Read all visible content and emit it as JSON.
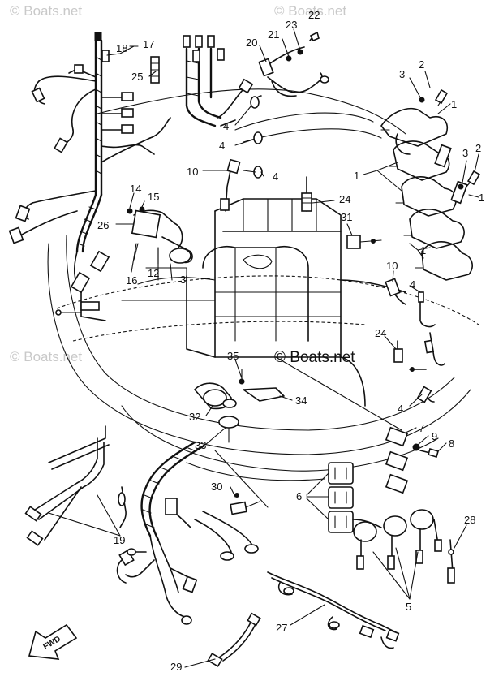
{
  "watermarks": {
    "top_left": "© Boats.net",
    "top_right": "© Boats.net",
    "mid_left": "© Boats.net",
    "center": "© Boats.net"
  },
  "direction_label": "FWD",
  "callouts": {
    "c1a": "1",
    "c1b": "1",
    "c1c": "1",
    "c1d": "1",
    "c2a": "2",
    "c2b": "2",
    "c3a": "3",
    "c3b": "3",
    "c3c": "3",
    "c4a": "4",
    "c4b": "4",
    "c4c": "4",
    "c4d": "4",
    "c4e": "4",
    "c5": "5",
    "c6": "6",
    "c7": "7",
    "c8": "8",
    "c9": "9",
    "c10a": "10",
    "c10b": "10",
    "c12": "12",
    "c14": "14",
    "c15": "15",
    "c16": "16",
    "c17": "17",
    "c18": "18",
    "c19": "19",
    "c20": "20",
    "c21": "21",
    "c22": "22",
    "c23": "23",
    "c24a": "24",
    "c24b": "24",
    "c25": "25",
    "c26": "26",
    "c27": "27",
    "c28": "28",
    "c29": "29",
    "c30": "30",
    "c31": "31",
    "c32": "32",
    "c33": "33",
    "c34": "34",
    "c35": "35"
  }
}
